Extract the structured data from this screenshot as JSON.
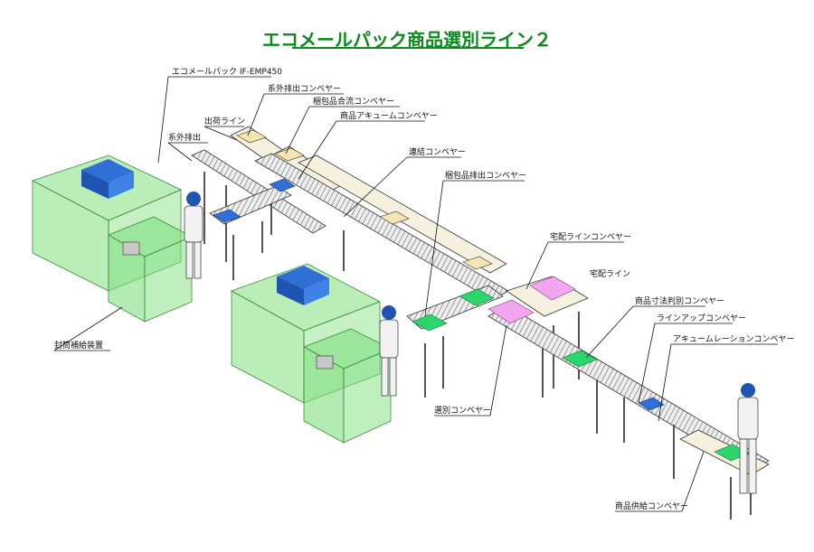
{
  "title": "エコメールパック商品選別ライン２",
  "labels": {
    "eco_mail_pack": "エコメールパック IF-EMP450",
    "system_out_conveyor": "系外排出コンベヤー",
    "packed_merge_conveyor": "梱包品合流コンベヤー",
    "product_accumulation_conveyor": "商品アキュームコンベヤー",
    "shipping_line": "出荷ライン",
    "system_out": "系外排出",
    "connecting_conveyor": "連結コンベヤー",
    "packed_exit_conveyor": "梱包品排出コンベヤー",
    "delivery_line_conveyor": "宅配ラインコンベヤー",
    "delivery_line": "宅配ライン",
    "product_size_sort_conveyor": "商品寸法判別コンベヤー",
    "lineup_conveyor": "ラインアップコンベヤー",
    "accumulation_conveyor": "アキュームレーションコンベヤー",
    "envelope_supply": "封筒補給装置",
    "sorting_conveyor": "選別コンベヤー",
    "product_supply_conveyor": "商品供給コンベヤー"
  },
  "colors": {
    "title": "#0c8a1c",
    "enclosure": "#7fe07f",
    "machine_blue": "#2f6fd6",
    "green_box": "#2bd66b",
    "pink_box": "#f3a6f0",
    "carton": "#f4e4b0",
    "frame": "#dfeee0"
  },
  "icons": [
    "worker-icon",
    "worker-icon",
    "worker-icon"
  ]
}
